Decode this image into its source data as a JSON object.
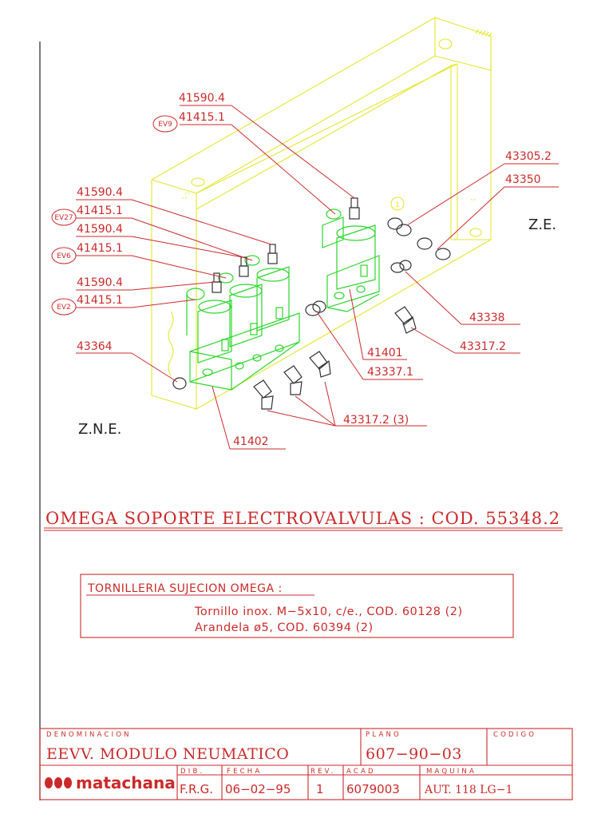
{
  "zones": {
    "ze": "Z.E.",
    "zne": "Z.N.E."
  },
  "callouts": {
    "c1": "41590.4",
    "c2": "41415.1",
    "c3": "43305.2",
    "c4": "43350",
    "c5": "41590.4",
    "c6": "41415.1",
    "c7": "41590.4",
    "c8": "41415.1",
    "c9": "41590.4",
    "c10": "41415.1",
    "c11": "43338",
    "c12": "43317.2",
    "c13": "41401",
    "c14": "43337.1",
    "c15": "43364",
    "c16": "43317.2 (3)",
    "c17": "41402"
  },
  "valve_tags": {
    "ev9": "EV9",
    "ev27": "EV27",
    "ev6": "EV6",
    "ev2": "EV2"
  },
  "circle_marker": "1",
  "main_title": "OMEGA SOPORTE ELECTROVALVULAS : COD. 55348.2",
  "note": {
    "header": "TORNILLERIA SUJECION OMEGA :",
    "line1": "Tornillo inox. M−5x10, c/e., COD. 60128 (2)",
    "line2": "Arandela ø5, COD. 60394 (2)"
  },
  "title_block": {
    "denominacion_label": "DENOMINACION",
    "denominacion": "EEVV. MODULO NEUMATICO",
    "plano_label": "PLANO",
    "plano": "607−90−03",
    "codigo_label": "CODIGO",
    "codigo": "",
    "logo": "matachana",
    "dib_label": "DIB.",
    "dib": "F.R.G.",
    "fecha_label": "FECHA",
    "fecha": "06−02−95",
    "rev_label": "REV.",
    "rev": "1",
    "acad_label": "ACAD",
    "acad": "6079003",
    "maquina_label": "MAQUINA",
    "maquina": "AUT. 118 LG−1"
  }
}
